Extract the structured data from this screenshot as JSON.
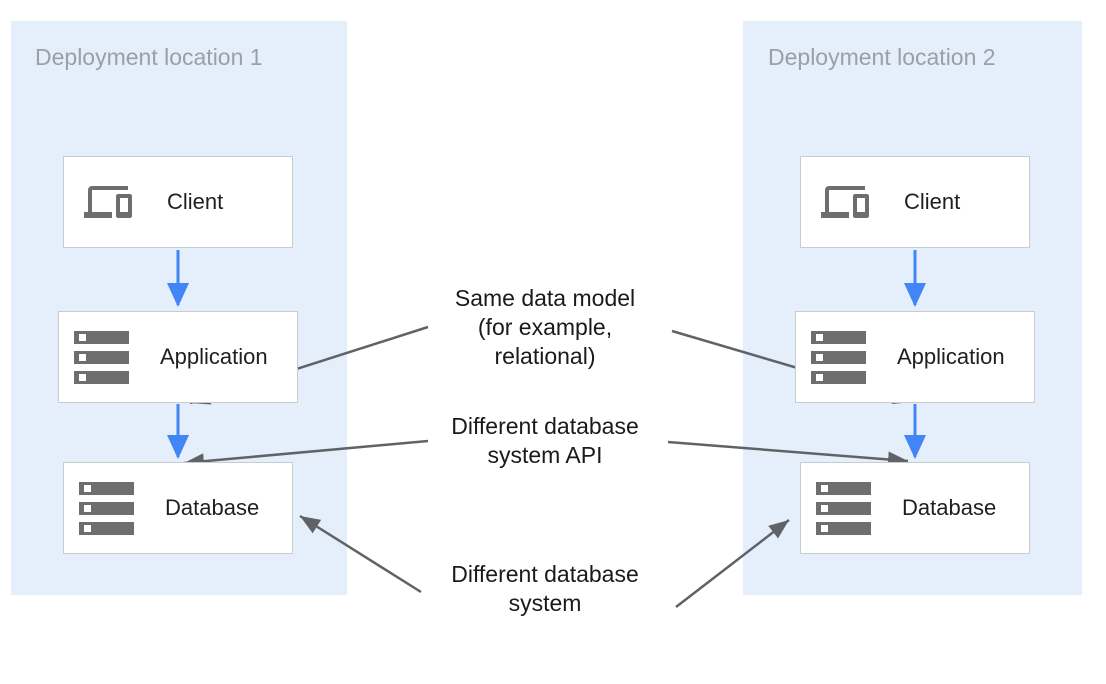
{
  "diagram": {
    "type": "architecture-diagram",
    "panels": [
      {
        "title": "Deployment location 1",
        "nodes": [
          {
            "label": "Client",
            "icon": "devices-icon"
          },
          {
            "label": "Application",
            "icon": "server-stack-icon"
          },
          {
            "label": "Database",
            "icon": "server-stack-icon"
          }
        ]
      },
      {
        "title": "Deployment location 2",
        "nodes": [
          {
            "label": "Client",
            "icon": "devices-icon"
          },
          {
            "label": "Application",
            "icon": "server-stack-icon"
          },
          {
            "label": "Database",
            "icon": "server-stack-icon"
          }
        ]
      }
    ],
    "flow_arrows": [
      "client-1-to-application-1",
      "application-1-to-database-1",
      "client-2-to-application-2",
      "application-2-to-database-2"
    ],
    "annotations": [
      {
        "lines": [
          "Same data model",
          "(for example,",
          "relational)"
        ],
        "points_to": [
          "application-1",
          "application-2"
        ]
      },
      {
        "lines": [
          "Different database",
          "system API"
        ],
        "points_to": [
          "database-1",
          "database-2"
        ]
      },
      {
        "lines": [
          "Different database",
          "system"
        ],
        "points_to": [
          "database-1",
          "database-2"
        ]
      }
    ],
    "colors": {
      "panel_background": "#e4effb",
      "node_background": "#ffffff",
      "node_border": "#c9cccf",
      "icon_gray": "#6e6e6e",
      "panel_title_gray": "#9aa0a6",
      "flow_arrow_blue": "#4285f4",
      "annotation_arrow_gray": "#5f6368",
      "text_color": "#1f1f1f"
    }
  }
}
